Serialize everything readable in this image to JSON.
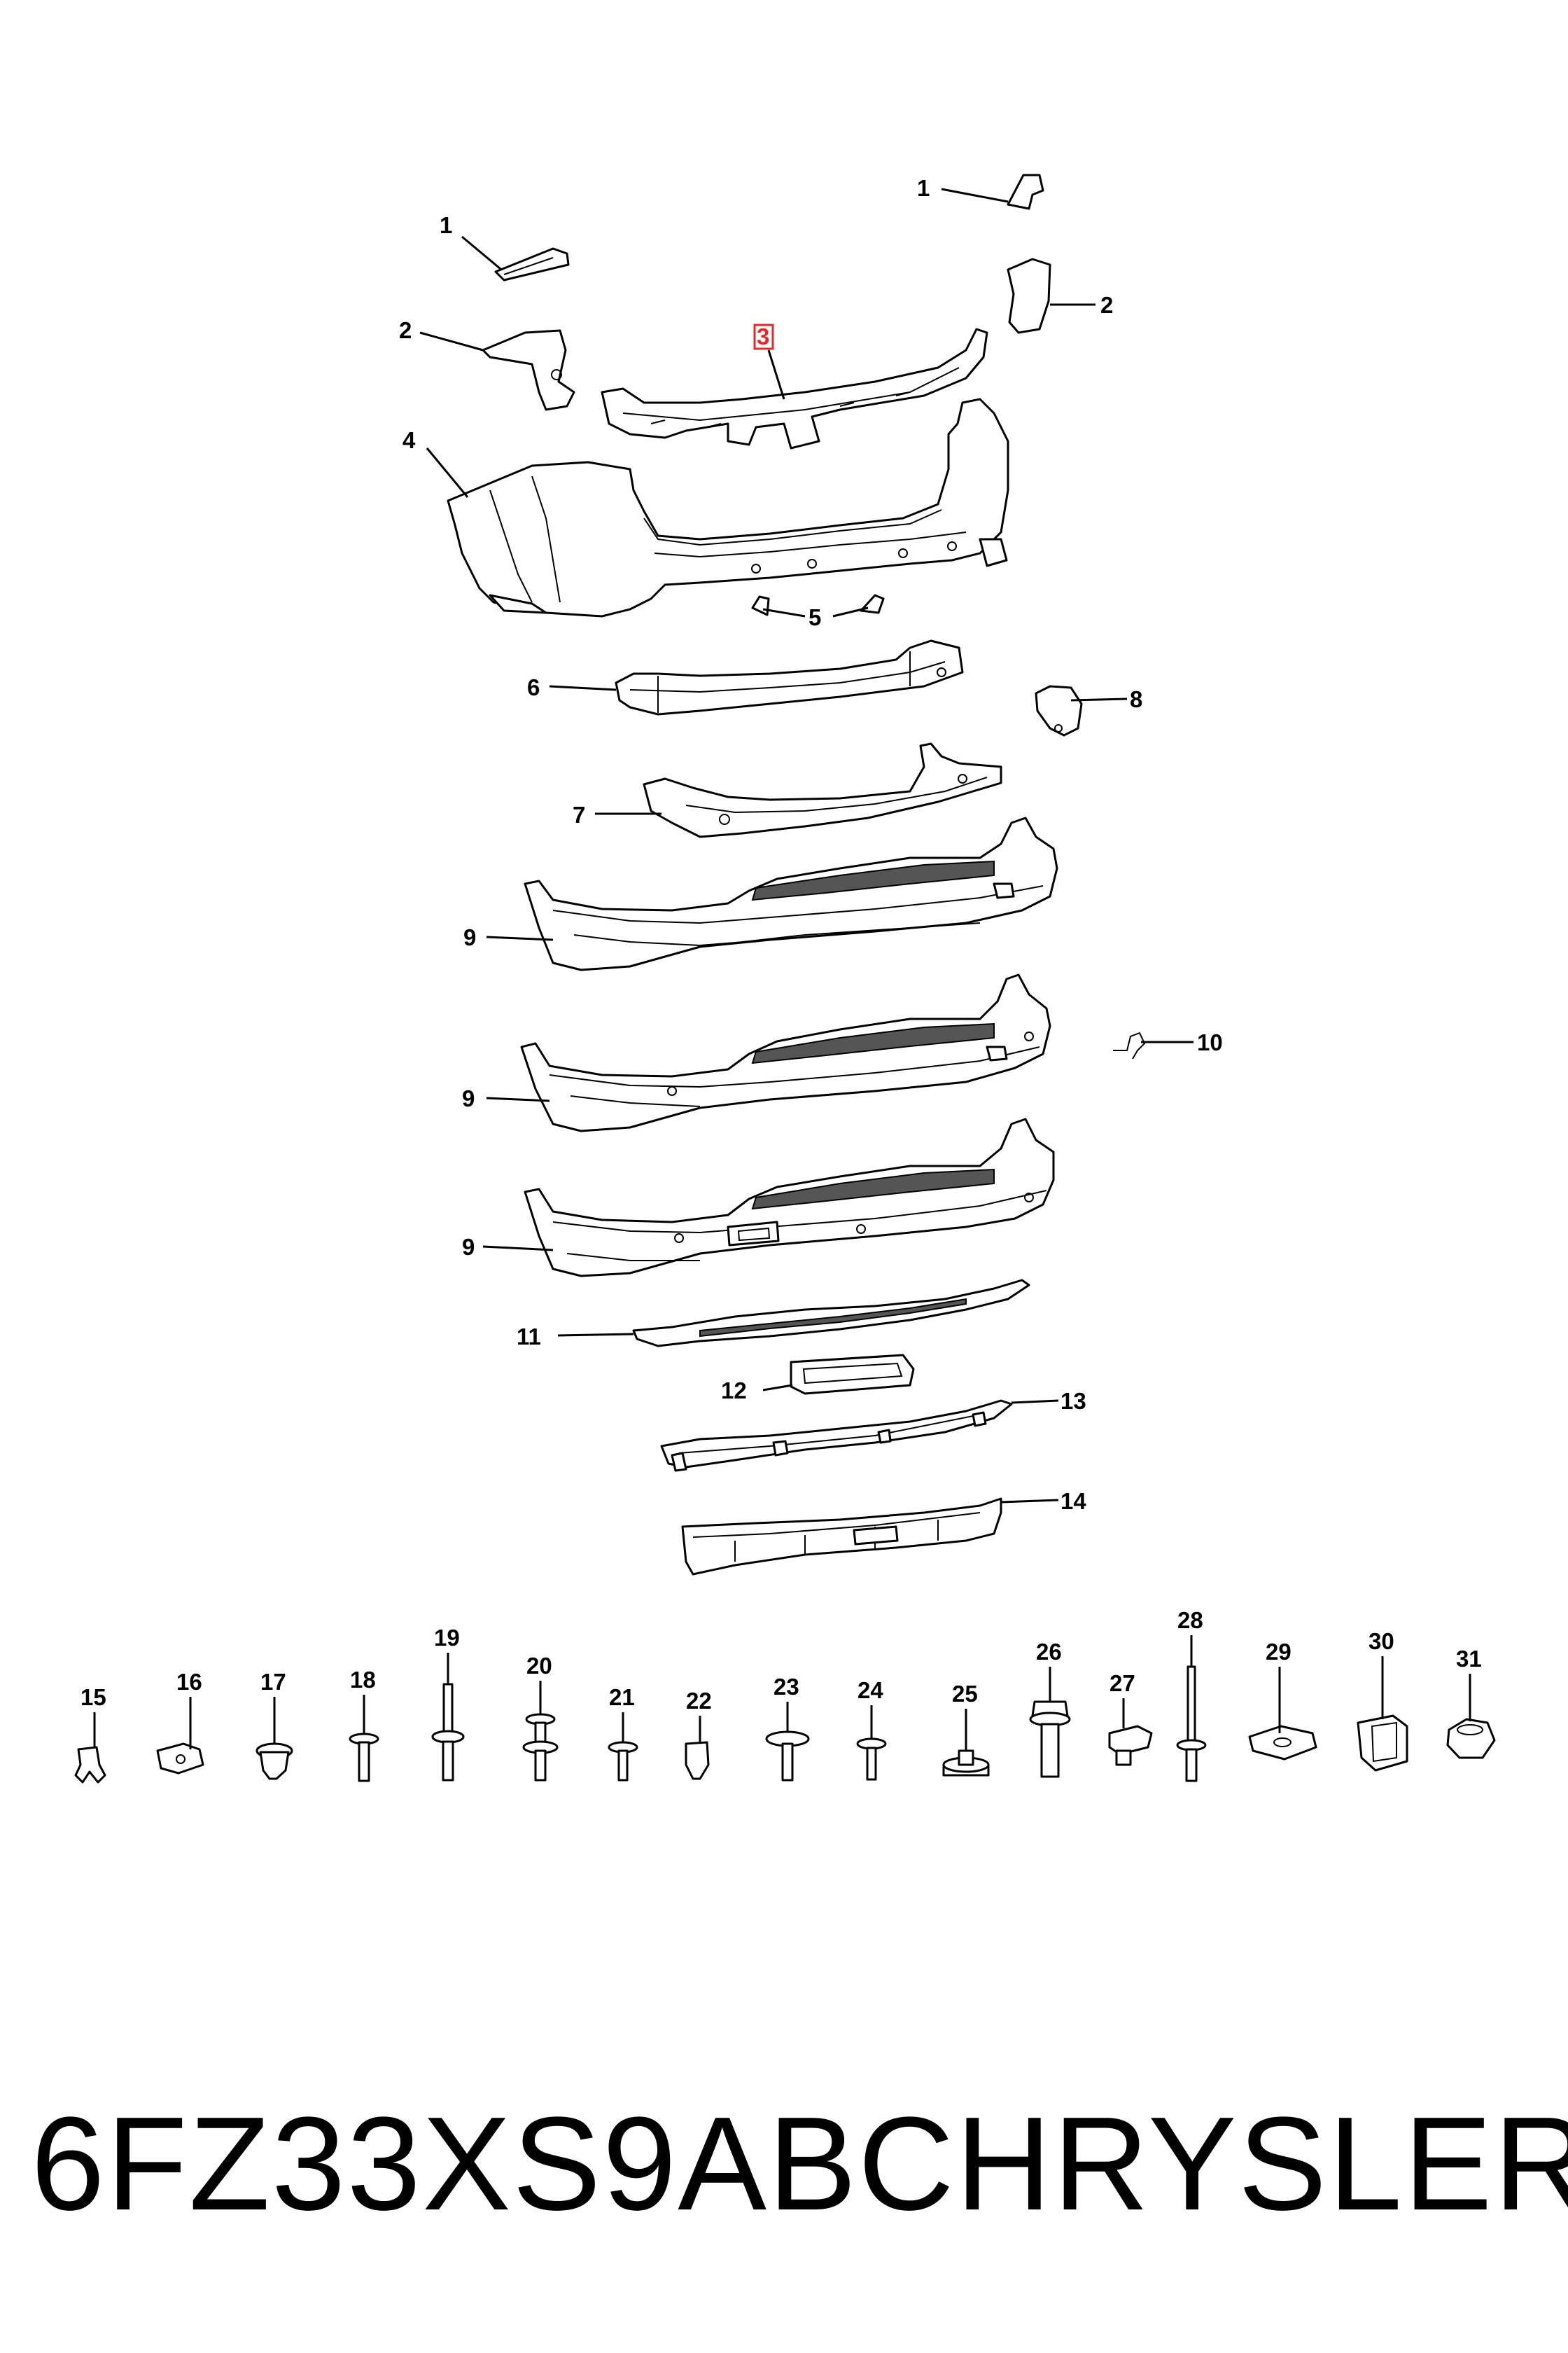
{
  "diagram": {
    "callouts": {
      "c1a": "1",
      "c1b": "1",
      "c2a": "2",
      "c2b": "2",
      "c3": "3",
      "c4": "4",
      "c5": "5",
      "c6": "6",
      "c7": "7",
      "c8": "8",
      "c9a": "9",
      "c9b": "9",
      "c9c": "9",
      "c10": "10",
      "c11": "11",
      "c12": "12",
      "c13": "13",
      "c14": "14",
      "c15": "15",
      "c16": "16",
      "c17": "17",
      "c18": "18",
      "c19": "19",
      "c20": "20",
      "c21": "21",
      "c22": "22",
      "c23": "23",
      "c24": "24",
      "c25": "25",
      "c26": "26",
      "c27": "27",
      "c28": "28",
      "c29": "29",
      "c30": "30",
      "c31": "31"
    },
    "highlighted_callout": "3",
    "highlight_color": "#e0292b"
  },
  "footer": {
    "part_number": "6FZ33XS9AB",
    "brand": "CHRYSLER"
  }
}
